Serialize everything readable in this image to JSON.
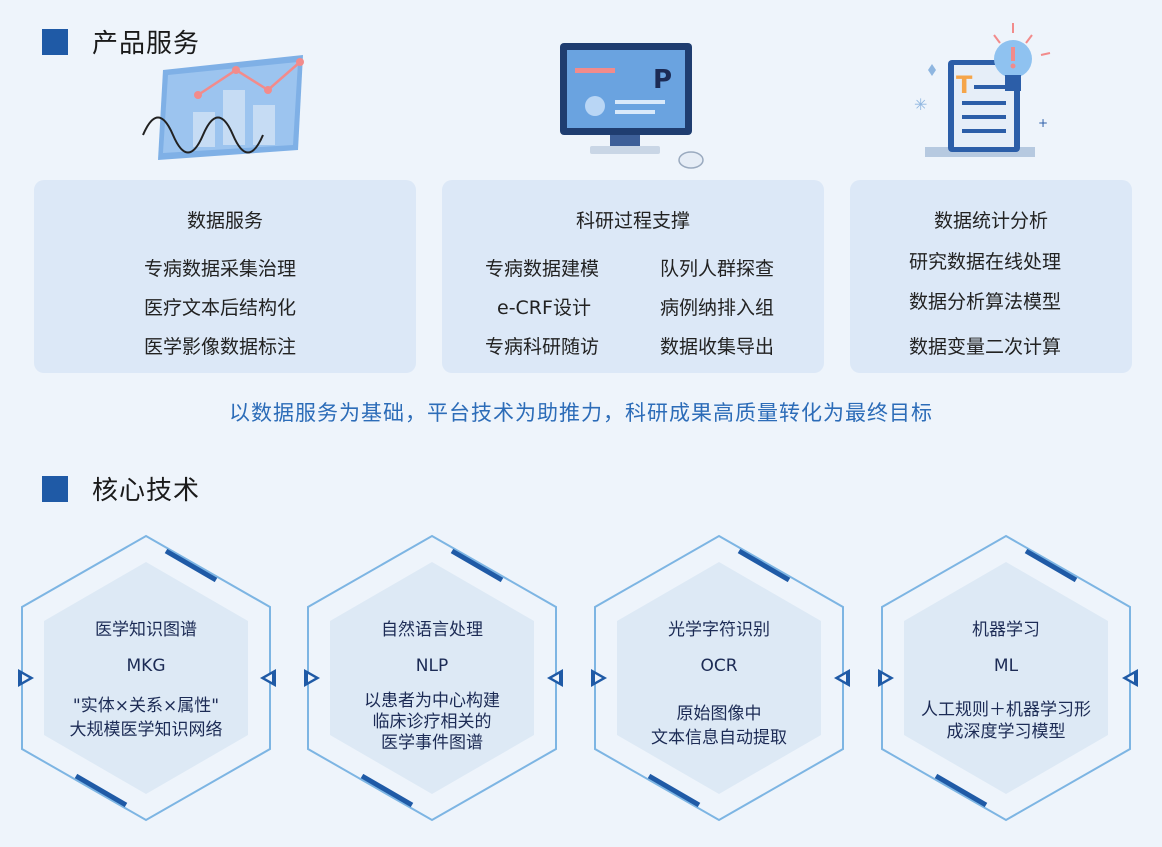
{
  "sections": {
    "products_title": "产品服务",
    "tech_title": "核心技术"
  },
  "products": [
    {
      "title": "数据服务",
      "items": [
        "专病数据采集治理",
        "医疗文本后结构化",
        "医学影像数据标注"
      ],
      "illustration": "chart-icon"
    },
    {
      "title": "科研过程支撑",
      "items": [
        "专病数据建模",
        "队列人群探查",
        "e-CRF设计",
        "病例纳排入组",
        "专病科研随访",
        "数据收集导出"
      ],
      "illustration": "monitor-icon"
    },
    {
      "title": "数据统计分析",
      "items": [
        "研究数据在线处理",
        "数据分析算法模型",
        "数据变量二次计算"
      ],
      "illustration": "document-bulb-icon"
    }
  ],
  "slogan": "以数据服务为基础，平台技术为助推力，科研成果高质量转化为最终目标",
  "technologies": [
    {
      "name": "医学知识图谱",
      "abbr": "MKG",
      "desc": [
        "\"实体×关系×属性\"",
        "大规模医学知识网络"
      ]
    },
    {
      "name": "自然语言处理",
      "abbr": "NLP",
      "desc": [
        "以患者为中心构建",
        "临床诊疗相关的",
        "医学事件图谱"
      ]
    },
    {
      "name": "光学字符识别",
      "abbr": "OCR",
      "desc": [
        "原始图像中",
        "文本信息自动提取"
      ]
    },
    {
      "name": "机器学习",
      "abbr": "ML",
      "desc": [
        "人工规则＋机器学习形",
        "成深度学习模型"
      ]
    }
  ],
  "colors": {
    "accent": "#1f5aa6",
    "card_bg": "#dce8f7",
    "slogan": "#2c6cb8",
    "hex_fill": "#dde9f5",
    "hex_border": "#7db5e3"
  }
}
